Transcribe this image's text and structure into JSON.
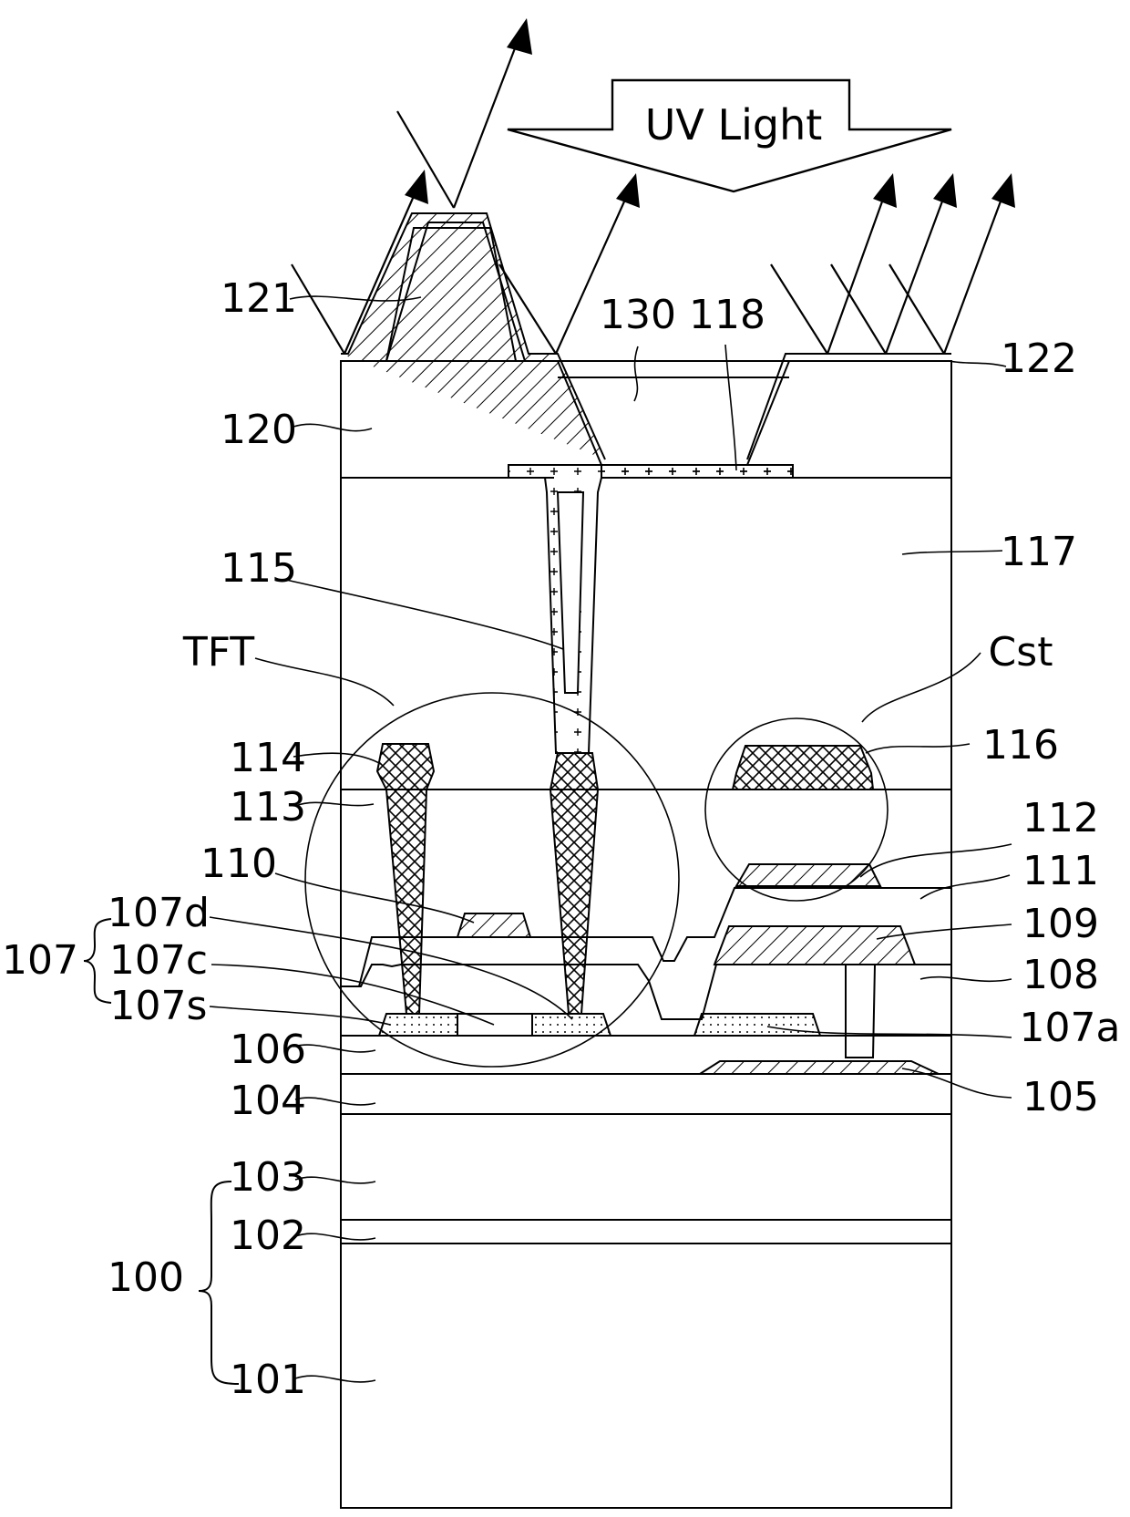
{
  "diagram": {
    "banner": "UV Light",
    "labels": {
      "l121": "121",
      "l130": "130",
      "l118": "118",
      "l122": "122",
      "l120": "120",
      "l117": "117",
      "l115": "115",
      "lTFT": "TFT",
      "lCst": "Cst",
      "l114": "114",
      "l116": "116",
      "l113": "113",
      "l112": "112",
      "l110": "110",
      "l111": "111",
      "l107d": "107d",
      "l109": "109",
      "l107": "107",
      "l107c": "107c",
      "l108": "108",
      "l107s": "107s",
      "l107a": "107a",
      "l106": "106",
      "l104": "104",
      "l105": "105",
      "l103": "103",
      "l102": "102",
      "l100": "100",
      "l101": "101"
    },
    "colors": {
      "line": "#000000",
      "background": "#ffffff"
    }
  }
}
